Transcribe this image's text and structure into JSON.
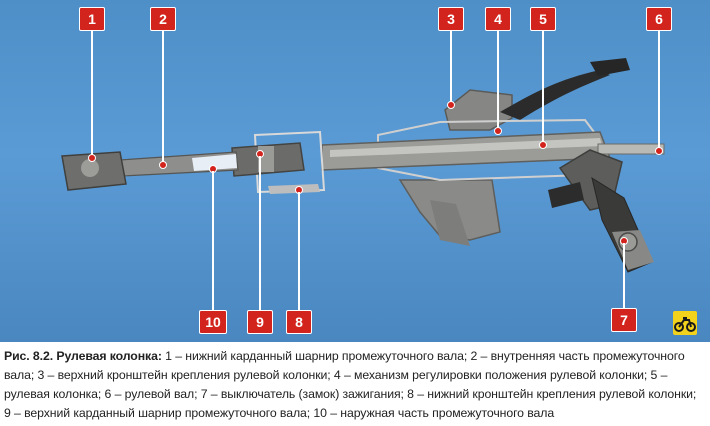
{
  "figure": {
    "callouts": [
      {
        "number": "1"
      },
      {
        "number": "2"
      },
      {
        "number": "3"
      },
      {
        "number": "4"
      },
      {
        "number": "5"
      },
      {
        "number": "6"
      },
      {
        "number": "7"
      },
      {
        "number": "8"
      },
      {
        "number": "9"
      },
      {
        "number": "10"
      }
    ]
  },
  "caption": {
    "title": "Рис. 8.2. Рулевая колонка:",
    "text": " 1 – нижний карданный шарнир промежуточного вала; 2 – внутренняя часть промежуточного вала; 3 – верхний кронштейн крепления рулевой колонки; 4 – механизм регулировки положения рулевой колонки; 5 – рулевая колонка; 6 – рулевой вал; 7 – выключатель (замок) зажигания; 8 – нижний кронштейн крепления рулевой колонки; 9 – верхний карданный шарнир промежуточного вала; 10 – наружная часть промежуточного вала"
  }
}
